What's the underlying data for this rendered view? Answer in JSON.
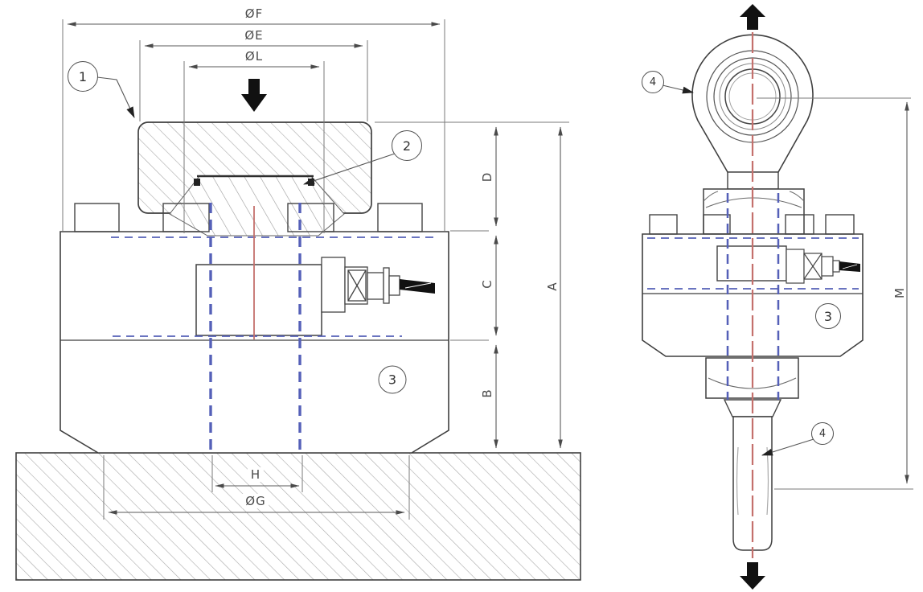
{
  "drawing": {
    "labels": {
      "dia_f": "ØF",
      "dia_e": "ØE",
      "dia_l": "ØL",
      "dim_h": "H",
      "dia_g": "ØG",
      "dim_d": "D",
      "dim_c": "C",
      "dim_b": "B",
      "dim_a": "A",
      "dim_m": "M"
    },
    "callouts": {
      "top_plate": "1",
      "load_button": "2",
      "body_left": "3",
      "body_right": "3",
      "rod_end_top": "4",
      "rod_end_bottom": "4"
    },
    "colors": {
      "outline": "#3f3f3f",
      "hidden_line": "#5560b8",
      "centerline": "#c4706c",
      "hatch": "#a8a8a8",
      "dimension": "#5a5a5a",
      "load_arrow": "#111111"
    }
  }
}
